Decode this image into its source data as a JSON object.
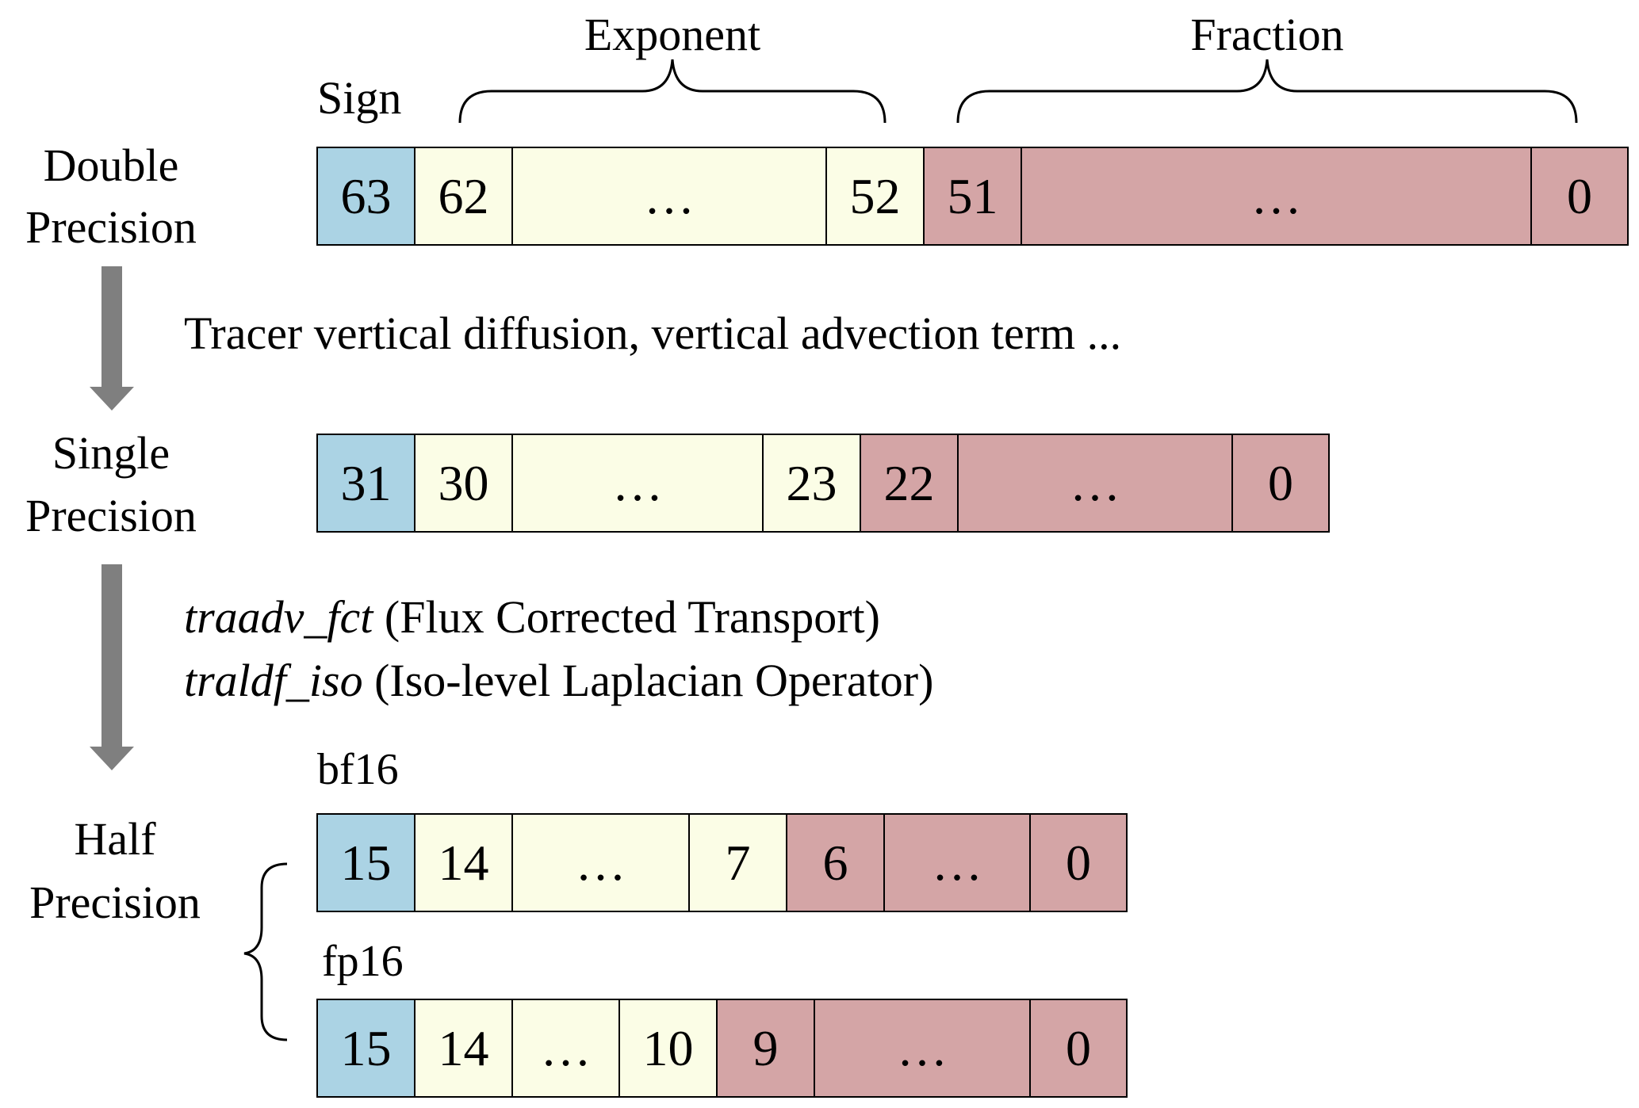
{
  "header": {
    "sign_label": "Sign",
    "exponent_label": "Exponent",
    "fraction_label": "Fraction"
  },
  "double": {
    "label_line1": "Double",
    "label_line2": "Precision",
    "cells": [
      "63",
      "62",
      "…",
      "52",
      "51",
      "…",
      "0"
    ]
  },
  "transition1": {
    "text": "Tracer vertical diffusion, vertical advection term ..."
  },
  "single": {
    "label_line1": "Single",
    "label_line2": "Precision",
    "cells": [
      "31",
      "30",
      "…",
      "23",
      "22",
      "…",
      "0"
    ]
  },
  "transition2": {
    "line1_func": "traadv_fct",
    "line1_desc": " (Flux Corrected Transport)",
    "line2_func": "traldf_iso",
    "line2_desc": " (Iso-level Laplacian Operator)"
  },
  "half": {
    "label_line1": "Half",
    "label_line2": "Precision",
    "bf16": {
      "name": "bf16",
      "cells": [
        "15",
        "14",
        "…",
        "7",
        "6",
        "…",
        "0"
      ]
    },
    "fp16": {
      "name": "fp16",
      "cells": [
        "15",
        "14",
        "…",
        "10",
        "9",
        "…",
        "0"
      ]
    }
  },
  "colors": {
    "sign": "#abd3e4",
    "exponent": "#fbfde6",
    "fraction": "#d4a5a6",
    "arrow": "#7f7f7f"
  }
}
